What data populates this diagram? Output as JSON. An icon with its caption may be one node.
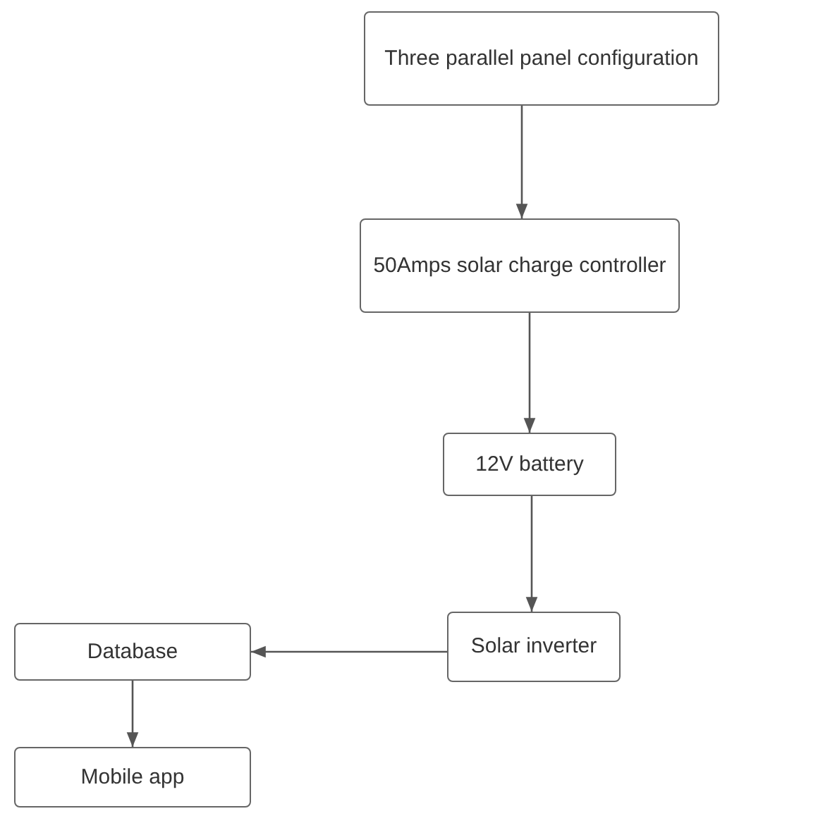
{
  "diagram": {
    "nodes": [
      {
        "text": [
          "Three parallel panel configuration"
        ]
      },
      {
        "text": [
          "50Amps solar charge controller"
        ]
      },
      {
        "text": [
          "12V battery"
        ]
      },
      {
        "text": [
          "Solar inverter"
        ]
      },
      {
        "text": [
          "Database"
        ]
      },
      {
        "text": [
          "Mobile app"
        ]
      }
    ],
    "edges": [
      {
        "from": 0,
        "to": 1,
        "arrow": "to"
      },
      {
        "from": 1,
        "to": 2,
        "arrow": "to"
      },
      {
        "from": 2,
        "to": 3,
        "arrow": "to"
      },
      {
        "from": 3,
        "to": 4,
        "arrow": "to"
      },
      {
        "from": 4,
        "to": 5,
        "arrow": "to"
      }
    ]
  }
}
